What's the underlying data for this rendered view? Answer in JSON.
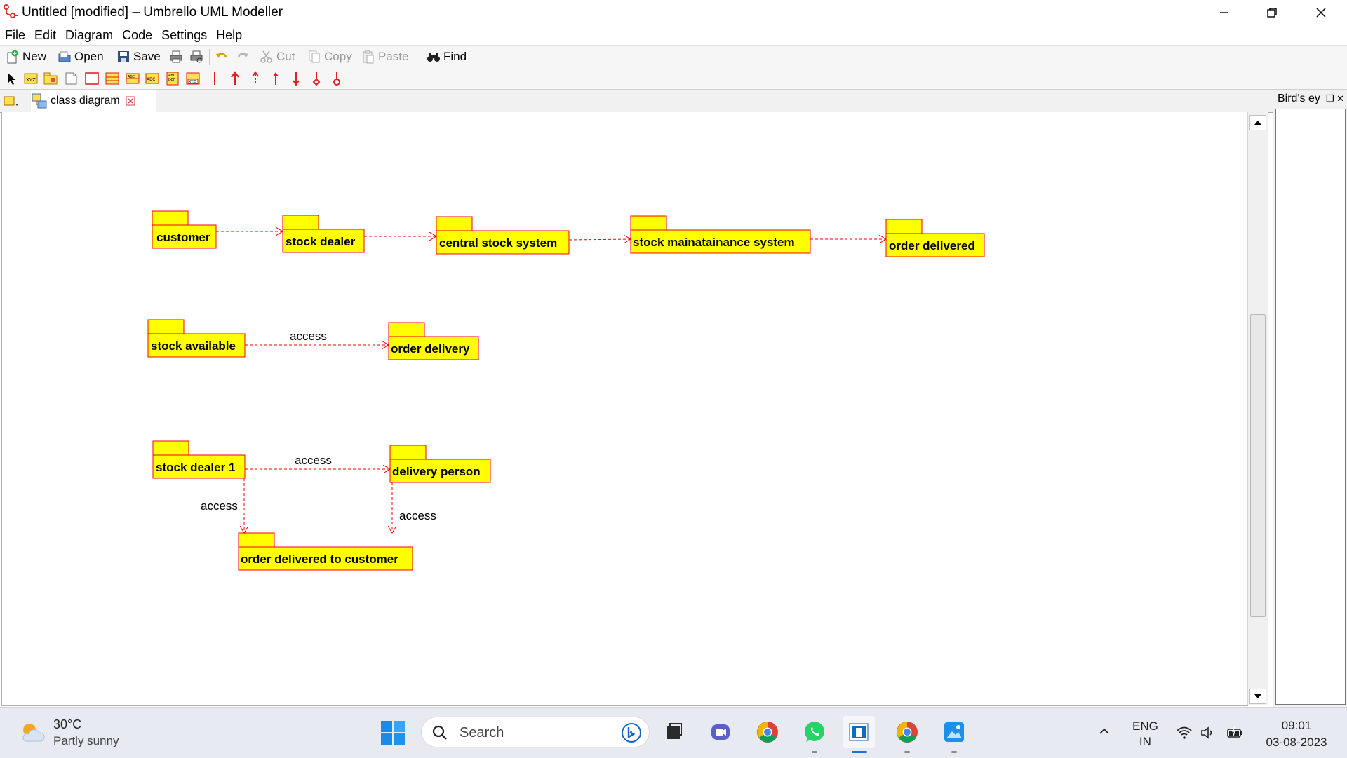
{
  "window": {
    "title": "Untitled [modified] – Umbrello UML Modeller"
  },
  "menu": [
    "File",
    "Edit",
    "Diagram",
    "Code",
    "Settings",
    "Help"
  ],
  "toolbar": {
    "new_label": "New",
    "open_label": "Open",
    "save_label": "Save",
    "cut_label": "Cut",
    "copy_label": "Copy",
    "paste_label": "Paste",
    "find_label": "Find"
  },
  "tab": {
    "label": "class diagram"
  },
  "birdseye": {
    "title": "Bird's ey"
  },
  "diagram": {
    "packages": {
      "customer": "customer",
      "stock_dealer": "stock dealer",
      "central_stock_system": "central stock system",
      "stock_maintainance_system": "stock mainatainance system",
      "order_delivered": "order delivered",
      "stock_available": "stock available",
      "order_delivery": "order delivery",
      "stock_dealer_1": "stock dealer 1",
      "delivery_person": "delivery person",
      "order_delivered_to_customer": "order delivered to customer"
    },
    "access_labels": {
      "available_to_delivery": "access",
      "dealer1_to_person": "access",
      "dealer1_to_customer": "access",
      "person_to_customer": "access"
    },
    "colors": {
      "package_fill": "#ffff00",
      "line": "#ff0000"
    }
  },
  "taskbar": {
    "weather_temp": "30°C",
    "weather_desc": "Partly sunny",
    "search_placeholder": "Search",
    "lang_line1": "ENG",
    "lang_line2": "IN",
    "time": "09:01",
    "date": "03-08-2023"
  }
}
